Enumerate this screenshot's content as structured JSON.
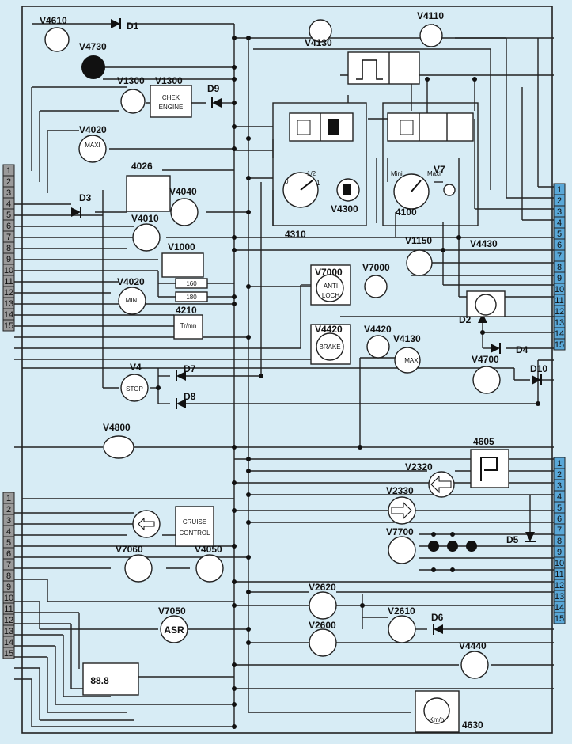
{
  "connectors": {
    "left_top_pins": [
      "1",
      "2",
      "3",
      "4",
      "5",
      "6",
      "7",
      "8",
      "9",
      "10",
      "11",
      "12",
      "13",
      "14",
      "15"
    ],
    "left_bottom_pins": [
      "1",
      "2",
      "3",
      "4",
      "5",
      "6",
      "7",
      "8",
      "9",
      "10",
      "11",
      "12",
      "13",
      "14",
      "15"
    ],
    "right_top_pins": [
      "1",
      "2",
      "3",
      "4",
      "5",
      "6",
      "7",
      "8",
      "9",
      "10",
      "11",
      "12",
      "13",
      "14",
      "15"
    ],
    "right_bottom_pins": [
      "1",
      "2",
      "3",
      "4",
      "5",
      "6",
      "7",
      "8",
      "9",
      "10",
      "11",
      "12",
      "13",
      "14",
      "15"
    ],
    "left_color": "#9a9a9a",
    "right_color": "#5aa8d8"
  },
  "labels": {
    "V4610": "V4610",
    "D1": "D1",
    "V4110": "V4110",
    "V4730": "V4730",
    "V4130a": "V4130",
    "V1300a": "V1300",
    "V1300b": "V1300",
    "chek_engine_1": "CHEK",
    "chek_engine_2": "ENGINE",
    "D9": "D9",
    "V4020a": "V4020",
    "maxi": "MAXI",
    "c4026": "4026",
    "D3": "D3",
    "V4040": "V4040",
    "V4010": "V4010",
    "V1000": "V1000",
    "fuse_a": "160",
    "fuse_b": "180",
    "V4020b": "V4020",
    "mini": "MINI",
    "c4210": "4210",
    "trmn": "Tr/mn",
    "V4": "V4",
    "stop": "STOP",
    "D7": "D7",
    "D8": "D8",
    "c4310": "4310",
    "V4300": "V4300",
    "half": "1/2",
    "zero": "0",
    "one": "1",
    "c4100": "4100",
    "V7": "V7",
    "mini_g": "Mini",
    "maxi_g": "Maxi",
    "V1150": "V1150",
    "V4430": "V4430",
    "V7000a": "V7000",
    "V7000b": "V7000",
    "anti": "ANTI",
    "loch": "LOCH",
    "D2": "D2",
    "V4420a": "V4420",
    "V4420b": "V4420",
    "brake": "BRAKE",
    "D4": "D4",
    "V4130b": "V4130",
    "maxi2": "MAXI",
    "V4700": "V4700",
    "D10": "D10",
    "V4800": "V4800",
    "c4605": "4605",
    "V2320": "V2320",
    "V2330": "V2330",
    "V7700": "V7700",
    "D5": "D5",
    "cruise": "CRUISE",
    "control": "CONTROL",
    "V7060": "V7060",
    "V4050": "V4050",
    "V7050": "V7050",
    "asr": "ASR",
    "V2620": "V2620",
    "V2610": "V2610",
    "D6": "D6",
    "V2600": "V2600",
    "V4440": "V4440",
    "c4630": "4630",
    "kmh": "Km/h",
    "display": "88.8"
  }
}
